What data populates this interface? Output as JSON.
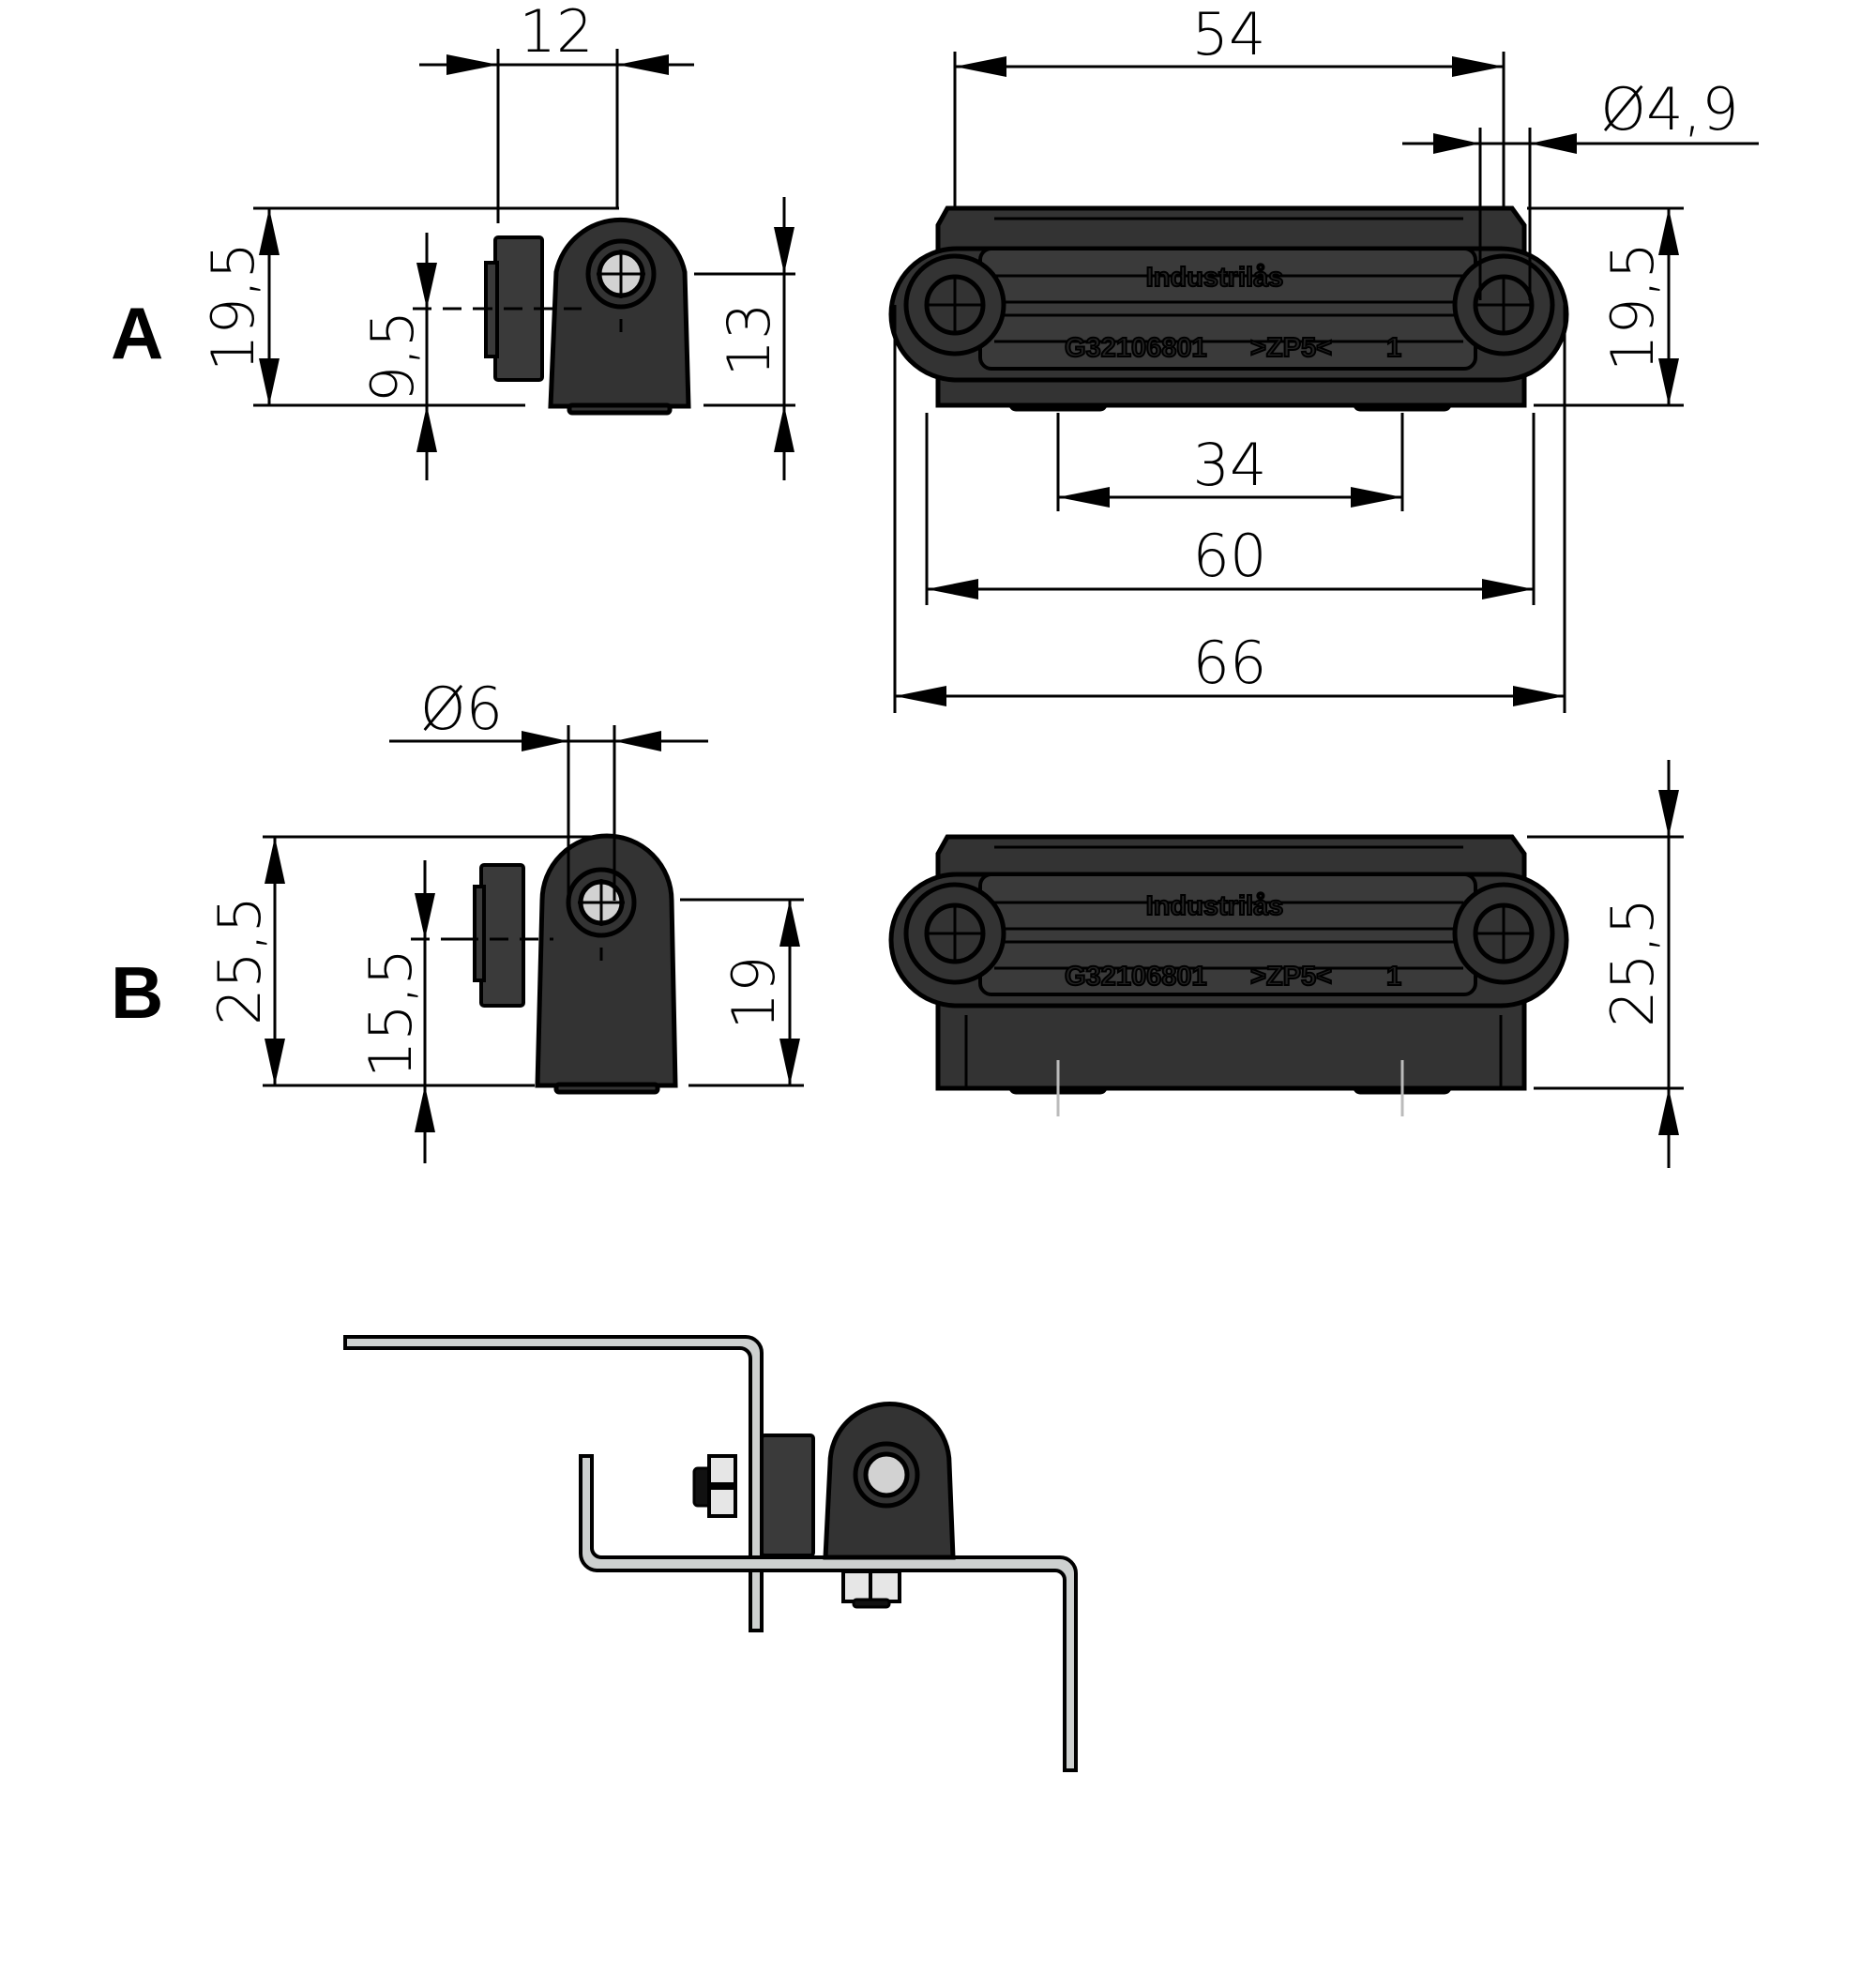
{
  "title": "Hinge technical drawing - variants A and B",
  "variants": {
    "a": {
      "label": "A"
    },
    "b": {
      "label": "B"
    }
  },
  "dimensions": {
    "a_side": {
      "width_12": "12",
      "height_19_5": "19,5",
      "axis_9_5": "9,5",
      "height_13": "13"
    },
    "a_front": {
      "length_54": "54",
      "hole_dia": "Ø4,9",
      "height_19_5": "19,5",
      "spacing_34": "34",
      "length_60": "60",
      "length_66": "66"
    },
    "b_side": {
      "dia_6": "Ø6",
      "height_25_5": "25,5",
      "axis_15_5": "15,5",
      "height_19": "19"
    },
    "b_front": {
      "height_25_5": "25,5"
    }
  },
  "markings": {
    "brand": "Industrilås",
    "part_number": "G32106801",
    "material": ">ZP5<",
    "cavity": "1"
  },
  "colors": {
    "body": "#333333",
    "metal_sheet": "#cdd0cf",
    "pin": "#d2d2d2",
    "line": "#000000"
  }
}
